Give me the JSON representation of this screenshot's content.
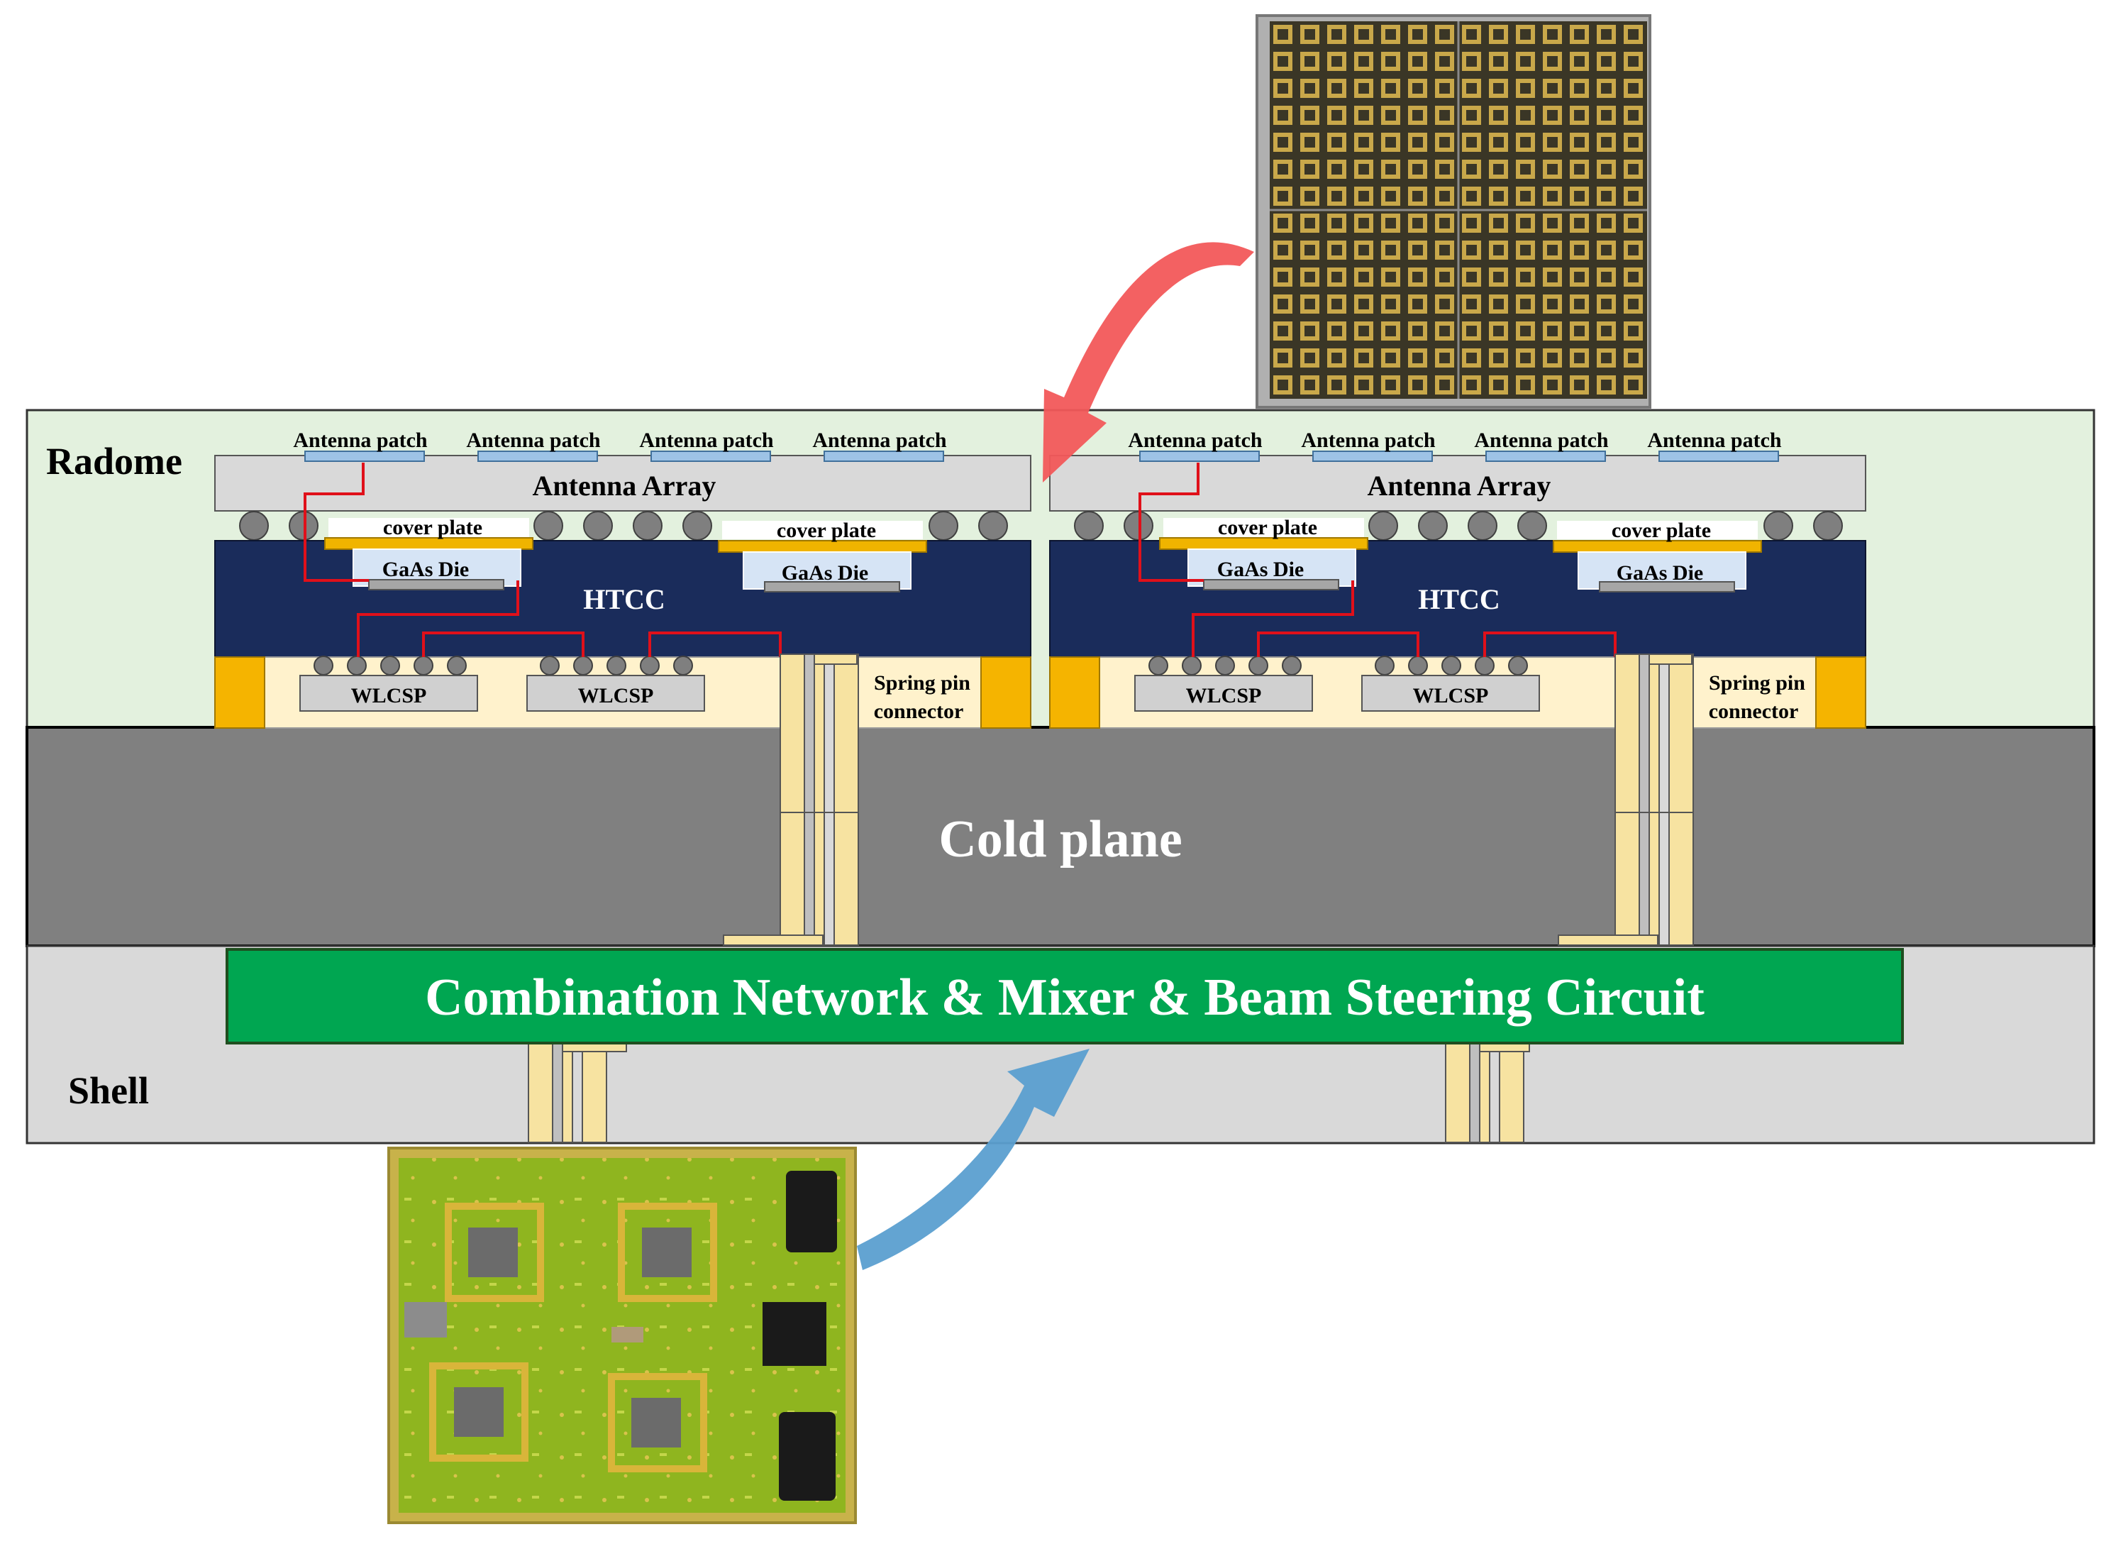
{
  "labels": {
    "radome": "Radome",
    "shell": "Shell",
    "cold_plane": "Cold plane",
    "combination": "Combination Network & Mixer & Beam Steering Circuit"
  },
  "module_labels": {
    "antenna_patch": "Antenna patch",
    "antenna_array": "Antenna Array",
    "cover_plate": "cover plate",
    "gaas_die": "GaAs Die",
    "htcc": "HTCC",
    "wlcsp": "WLCSP",
    "spring_pin_1": "Spring pin",
    "spring_pin_2": "connector"
  },
  "colors": {
    "radome": "#e3f1de",
    "shell": "#d9d9d9",
    "cold_plane": "#808080",
    "htcc": "#1a2c5b",
    "green_board": "#00a651",
    "cover_plate": "#f0b400",
    "gold": "#f7e3a1",
    "red_trace": "#e0101a",
    "red_arrow": "#f2585a",
    "blue_arrow": "#5b9fd0",
    "patch": "#9dc3e6"
  },
  "icons": [
    "red-curved-arrow-icon",
    "blue-curved-arrow-icon"
  ]
}
